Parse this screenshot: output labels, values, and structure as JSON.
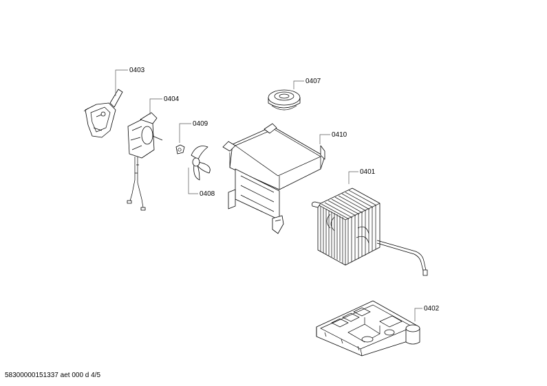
{
  "parts": [
    {
      "id": "fan-motor-bracket",
      "label": "0403"
    },
    {
      "id": "fan-motor",
      "label": "0404"
    },
    {
      "id": "fan-clip",
      "label": "0409"
    },
    {
      "id": "fan-blade",
      "label": "0408"
    },
    {
      "id": "thermostat-knob",
      "label": "0407"
    },
    {
      "id": "drip-tray",
      "label": "0410"
    },
    {
      "id": "evaporator",
      "label": "0401"
    },
    {
      "id": "evaporator-holder",
      "label": "0402"
    }
  ],
  "footer": {
    "document_id": "58300000151337 aet 000 d 4/5"
  }
}
